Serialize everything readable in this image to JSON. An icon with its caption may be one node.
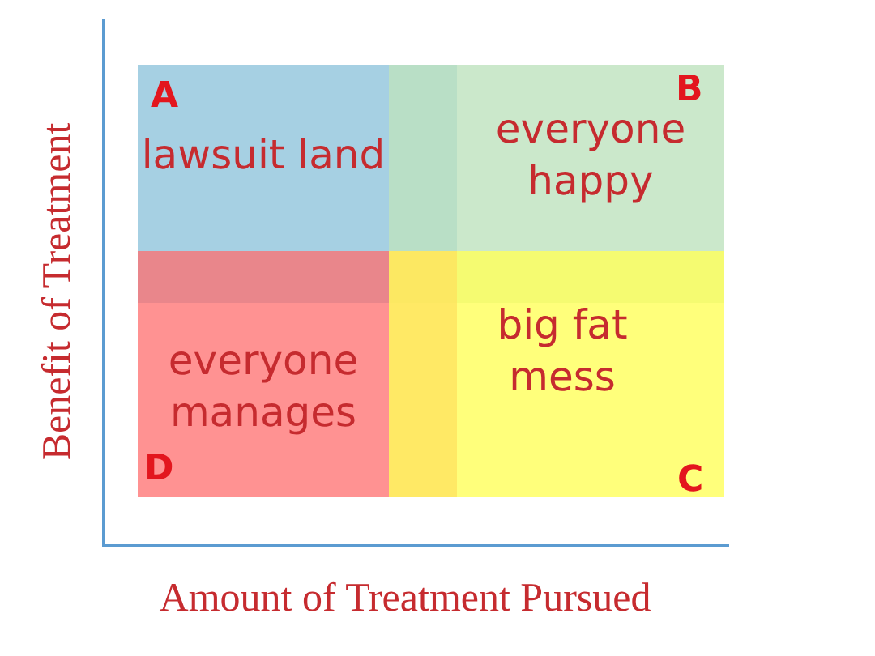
{
  "diagram": {
    "nodes": [
      {
        "text": [
          "A",
          "lawsuit land"
        ]
      },
      {
        "text": [
          "B",
          "everyone happy"
        ]
      },
      {
        "text": [
          "everyone manages",
          "D"
        ]
      },
      {
        "text": [
          "big fat mess",
          "C"
        ]
      }
    ],
    "labels": [
      "Benefit of Treatment",
      "Amount of Treatment Pursued"
    ]
  }
}
